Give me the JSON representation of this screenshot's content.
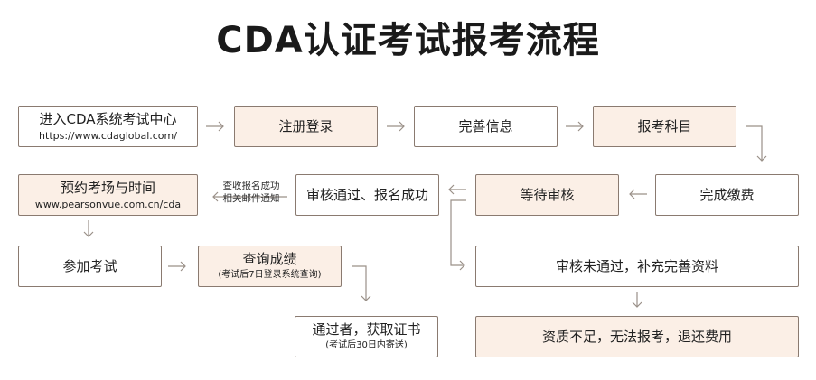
{
  "title": "CDA认证考试报考流程",
  "steps": {
    "enter_system": {
      "label": "进入CDA系统考试中心",
      "url": "https://www.cdaglobal.com/"
    },
    "register_login": {
      "label": "注册登录"
    },
    "complete_info": {
      "label": "完善信息"
    },
    "select_subject": {
      "label": "报考科目"
    },
    "pay_fee": {
      "label": "完成缴费"
    },
    "wait_review": {
      "label": "等待审核"
    },
    "review_passed": {
      "label": "审核通过、报名成功"
    },
    "book_exam": {
      "label": "预约考场与时间",
      "url": "www.pearsonvue.com.cn/cda"
    },
    "take_exam": {
      "label": "参加考试"
    },
    "check_score": {
      "label": "查询成绩",
      "note": "(考试后7日登录系统查询)"
    },
    "get_certificate": {
      "label": "通过者，获取证书",
      "note": "(考试后30日内寄送)"
    },
    "review_failed": {
      "label": "审核未通过，补充完善资料"
    },
    "insufficient": {
      "label": "资质不足，无法报考，退还费用"
    }
  },
  "notifications": {
    "line1": "查收报名成功",
    "line2": "相关邮件通知"
  },
  "colors": {
    "filled": "#fbefe6",
    "border": "#8a7a70",
    "arrow": "#9a9088"
  }
}
